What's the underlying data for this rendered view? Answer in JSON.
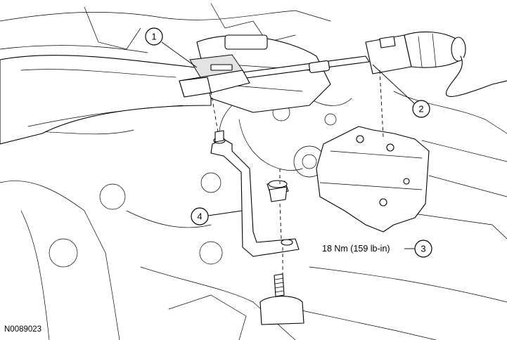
{
  "callouts": [
    {
      "number": "1",
      "part": "selector cable end"
    },
    {
      "number": "2",
      "part": "cable bracket connector"
    },
    {
      "number": "3",
      "part": "bracket bolt"
    },
    {
      "number": "4",
      "part": "support bracket"
    }
  ],
  "torque_spec": "18 Nm (159 lb-in)",
  "figure_id": "N0089023",
  "colors": {
    "line": "#000000",
    "background": "#ffffff",
    "shade": "#e3e3e3"
  }
}
